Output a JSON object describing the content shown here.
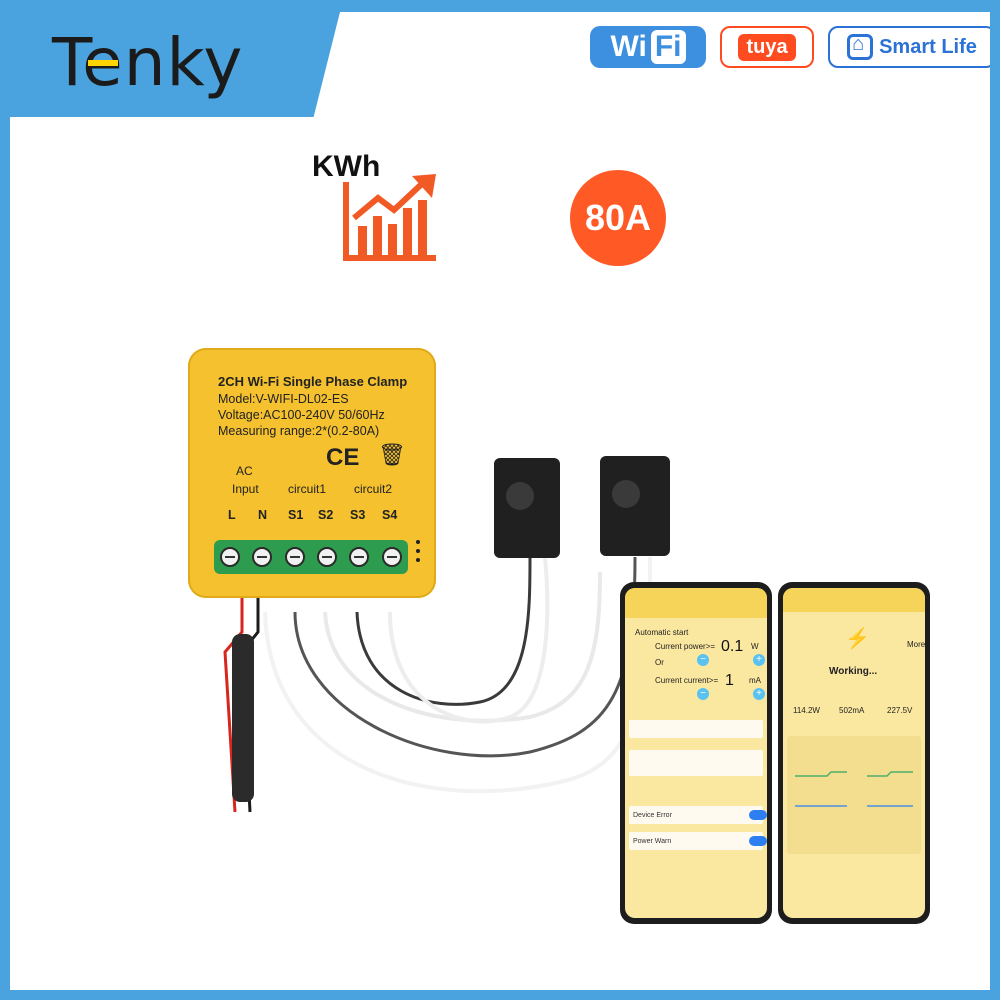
{
  "brand": {
    "logo_text_1": "T",
    "logo_text_e": "e",
    "logo_text_2": "nky"
  },
  "badges": {
    "wifi_a": "Wi",
    "wifi_b": "Fi",
    "tuya": "tuya",
    "smart_life": "Smart Life"
  },
  "features": {
    "kwh": "KWh",
    "amp": "80A"
  },
  "device": {
    "title": "2CH Wi-Fi Single Phase Clamp",
    "model": "Model:V-WIFI-DL02-ES",
    "voltage": "Voltage:AC100-240V 50/60Hz",
    "range": "Measuring range:2*(0.2-80A)",
    "ce": "CE",
    "ac": "AC",
    "input": "Input",
    "circuit1": "circuit1",
    "circuit2": "circuit2",
    "terminals": [
      "L",
      "N",
      "S1",
      "S2",
      "S3",
      "S4"
    ]
  },
  "phone_left": {
    "auto_start": "Automatic start",
    "current_power": "Current power>=",
    "power_value": "0.1",
    "power_unit": "W",
    "or": "Or",
    "current_current": "Current current>=",
    "current_value": "1",
    "current_unit": "mA",
    "device_error": "Device Error",
    "power_warn": "Power Warn"
  },
  "phone_right": {
    "status": "Working...",
    "power": "114.2W",
    "current": "502mA",
    "voltage": "227.5V",
    "more": "More"
  },
  "colors": {
    "frame": "#4aa3df",
    "device": "#f5c12e",
    "terminal_block": "#2e9c4e",
    "accent": "#ff5a26"
  }
}
